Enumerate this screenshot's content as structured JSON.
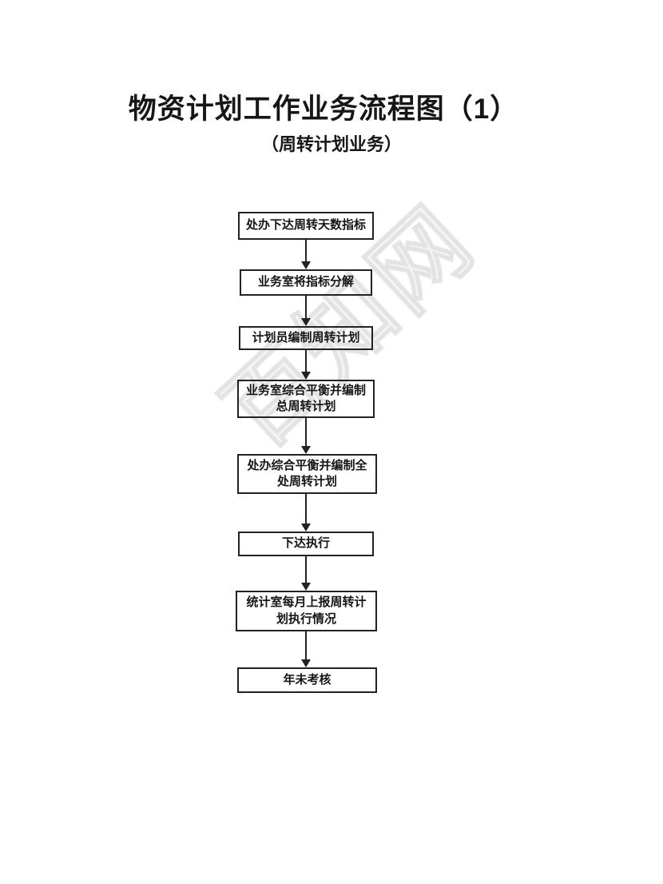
{
  "page": {
    "title": "物资计划工作业务流程图（1）",
    "subtitle": "（周转计划业务）"
  },
  "watermark": {
    "text": "百知网"
  },
  "flow": {
    "nodes": [
      {
        "label": "处办下达周转天数指标"
      },
      {
        "label": "业务室将指标分解"
      },
      {
        "label": "计划员编制周转计划"
      },
      {
        "label": "业务室综合平衡并编制\n总周转计划"
      },
      {
        "label": "处办综合平衡并编制全\n处周转计划"
      },
      {
        "label": "下达执行"
      },
      {
        "label": "统计室每月上报周转计\n划执行情况"
      },
      {
        "label": "年未考核"
      }
    ]
  }
}
